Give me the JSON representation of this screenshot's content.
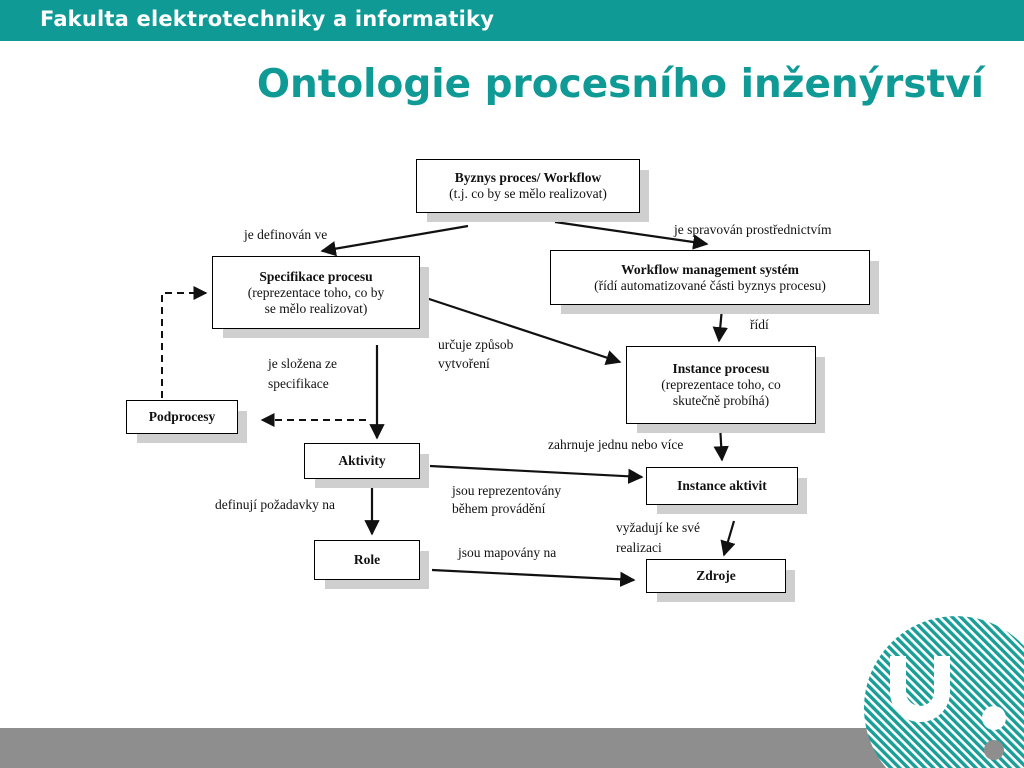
{
  "header": {
    "faculty": "Fakulta elektrotechniky a informatiky",
    "title": "Ontologie procesního inženýrství",
    "brand_color": "#0f9a95",
    "footer_color": "#8e8e8e"
  },
  "diagram": {
    "boxes": {
      "workflow": {
        "title": "Byznys proces/ Workflow",
        "sub": "(t.j. co by se mělo realizovat)"
      },
      "spec": {
        "title": "Specifikace procesu",
        "sub1": "(reprezentace toho,  co by",
        "sub2": "se mělo realizovat)"
      },
      "wms": {
        "title": "Workflow management systém",
        "sub": "(řídí automatizované části byznys procesu)"
      },
      "instance": {
        "title": "Instance procesu",
        "sub1": "(reprezentace toho, co",
        "sub2": "skutečně probíhá)"
      },
      "podprocesy": {
        "title": "Podprocesy"
      },
      "aktivity": {
        "title": "Aktivity"
      },
      "instance_aktivit": {
        "title": "Instance aktivit"
      },
      "role": {
        "title": "Role"
      },
      "zdroje": {
        "title": "Zdroje"
      }
    },
    "labels": {
      "defined_in": "je definován ve",
      "managed_by": "je spravován prostřednictvím",
      "controls": "řídí",
      "determines_1": "určuje způsob",
      "determines_2": "vytvoření",
      "composed_1": "je složena ze",
      "composed_2": "specifikace",
      "includes": "zahrnuje jednu nebo více",
      "represented_1": "jsou reprezentovány",
      "represented_2": "během provádění",
      "define_req": "definují požadavky na",
      "require_1": "vyžadují ke své",
      "require_2": "realizaci",
      "mapped": "jsou mapovány na"
    }
  }
}
